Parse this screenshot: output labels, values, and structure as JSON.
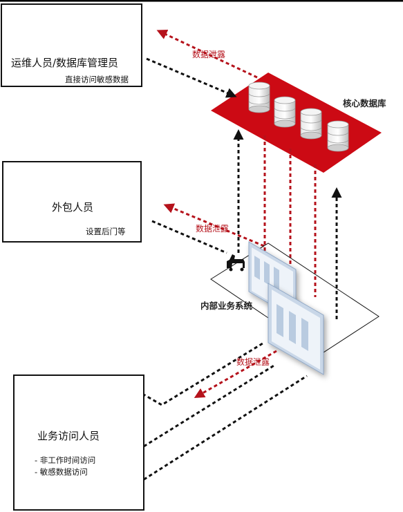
{
  "colors": {
    "db_platform": "#cc0a14",
    "leak_arrow": "#b5121b",
    "access_arrow": "#111111",
    "screen": "#b9cbe0"
  },
  "icons": {
    "person": "person-icon",
    "database": "database-icon",
    "horse": "trojan-horse-icon",
    "system": "system-window-icon"
  },
  "ops": {
    "title": "运维人员/数据库管理员",
    "note": "直接访问敏感数据",
    "leak_label": "数据泄露"
  },
  "outsource": {
    "title": "外包人员",
    "note": "设置后门等",
    "leak_label": "数据泄露"
  },
  "business": {
    "title": "业务访问人员",
    "notes": [
      "- 非工作时间访问",
      "- 敏感数据访问"
    ],
    "leak_label": "数据泄露"
  },
  "core_db": {
    "label": "核心数据库"
  },
  "internal_system": {
    "label": "内部业务系统"
  }
}
